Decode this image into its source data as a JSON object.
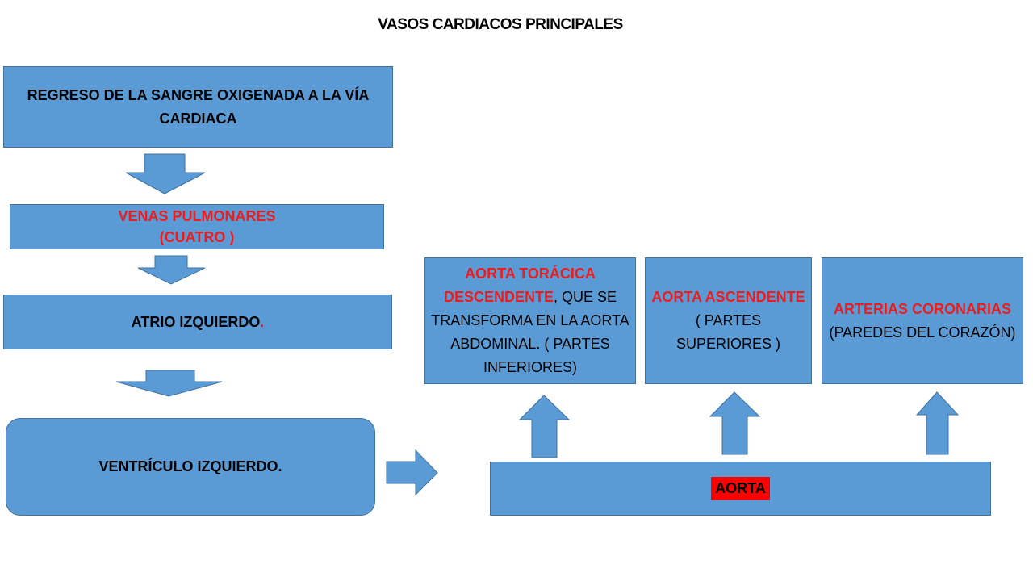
{
  "title": "VASOS CARDIACOS PRINCIPALES",
  "boxes": {
    "regreso": "REGRESO DE  LA SANGRE OXIGENADA A LA VÍA CARDIACA",
    "venas": {
      "line1": "VENAS PULMONARES",
      "line2": "(CUATRO )"
    },
    "atrio": {
      "text": "ATRIO IZQUIERDO",
      "dot": "."
    },
    "ventriculo": "VENTRÍCULO IZQUIERDO.",
    "aorta": "AORTA",
    "toracica": {
      "red": "AORTA TORÁCICA DESCENDENTE",
      "rest": ", QUE SE TRANSFORMA EN LA AORTA ABDOMINAL. ( PARTES INFERIORES)"
    },
    "ascendente": {
      "red": "AORTA ASCENDENTE",
      "rest": "( PARTES SUPERIORES )"
    },
    "coronarias": {
      "red": "ARTERIAS CORONARIAS",
      "rest": "(PAREDES DEL CORAZÓN)"
    }
  },
  "colors": {
    "box_fill": "#5b9bd5",
    "box_border": "#41719c",
    "red_text": "#ee1c1c",
    "highlight": "#ff0000"
  },
  "icons": [
    "arrow-down",
    "arrow-right",
    "arrow-up"
  ]
}
